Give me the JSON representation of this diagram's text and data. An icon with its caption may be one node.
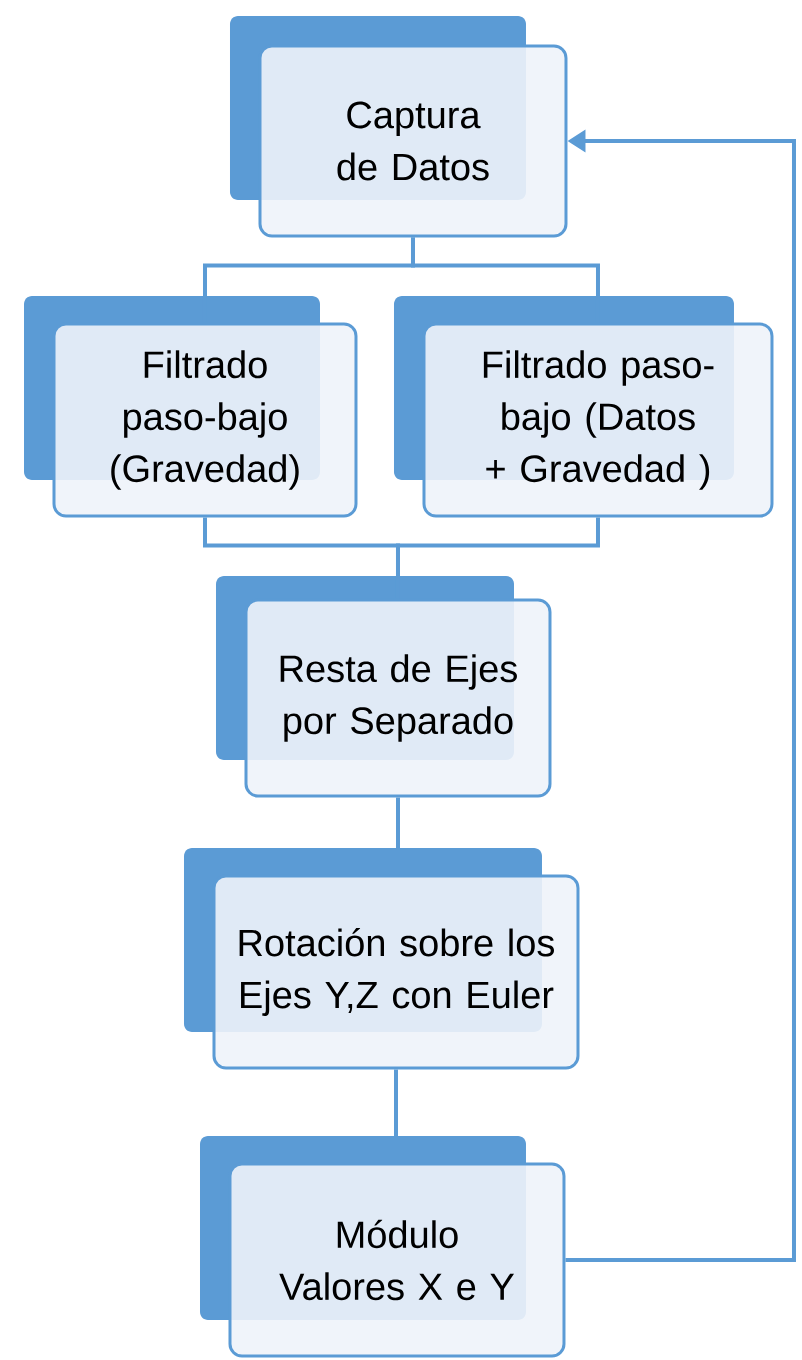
{
  "diagram": {
    "nodes": [
      {
        "text": [
          "Captura de Datos"
        ]
      },
      {
        "text": [
          "Filtrado paso-bajo (Gravedad)"
        ]
      },
      {
        "text": [
          "Filtrado paso-bajo (Datos + Gravedad )"
        ]
      },
      {
        "text": [
          "Resta de Ejes por Separado"
        ]
      },
      {
        "text": [
          "Rotación sobre los Ejes Y,Z con Euler"
        ]
      },
      {
        "text": [
          "Módulo Valores X e Y"
        ]
      }
    ],
    "edges": [
      {
        "from": 0,
        "to": 1,
        "arrow": "none"
      },
      {
        "from": 0,
        "to": 2,
        "arrow": "none"
      },
      {
        "from": 1,
        "to": 3,
        "arrow": "none"
      },
      {
        "from": 2,
        "to": 3,
        "arrow": "none"
      },
      {
        "from": 3,
        "to": 4,
        "arrow": "none"
      },
      {
        "from": 4,
        "to": 5,
        "arrow": "none"
      },
      {
        "from": 5,
        "to": 0,
        "arrow": "to"
      }
    ]
  }
}
